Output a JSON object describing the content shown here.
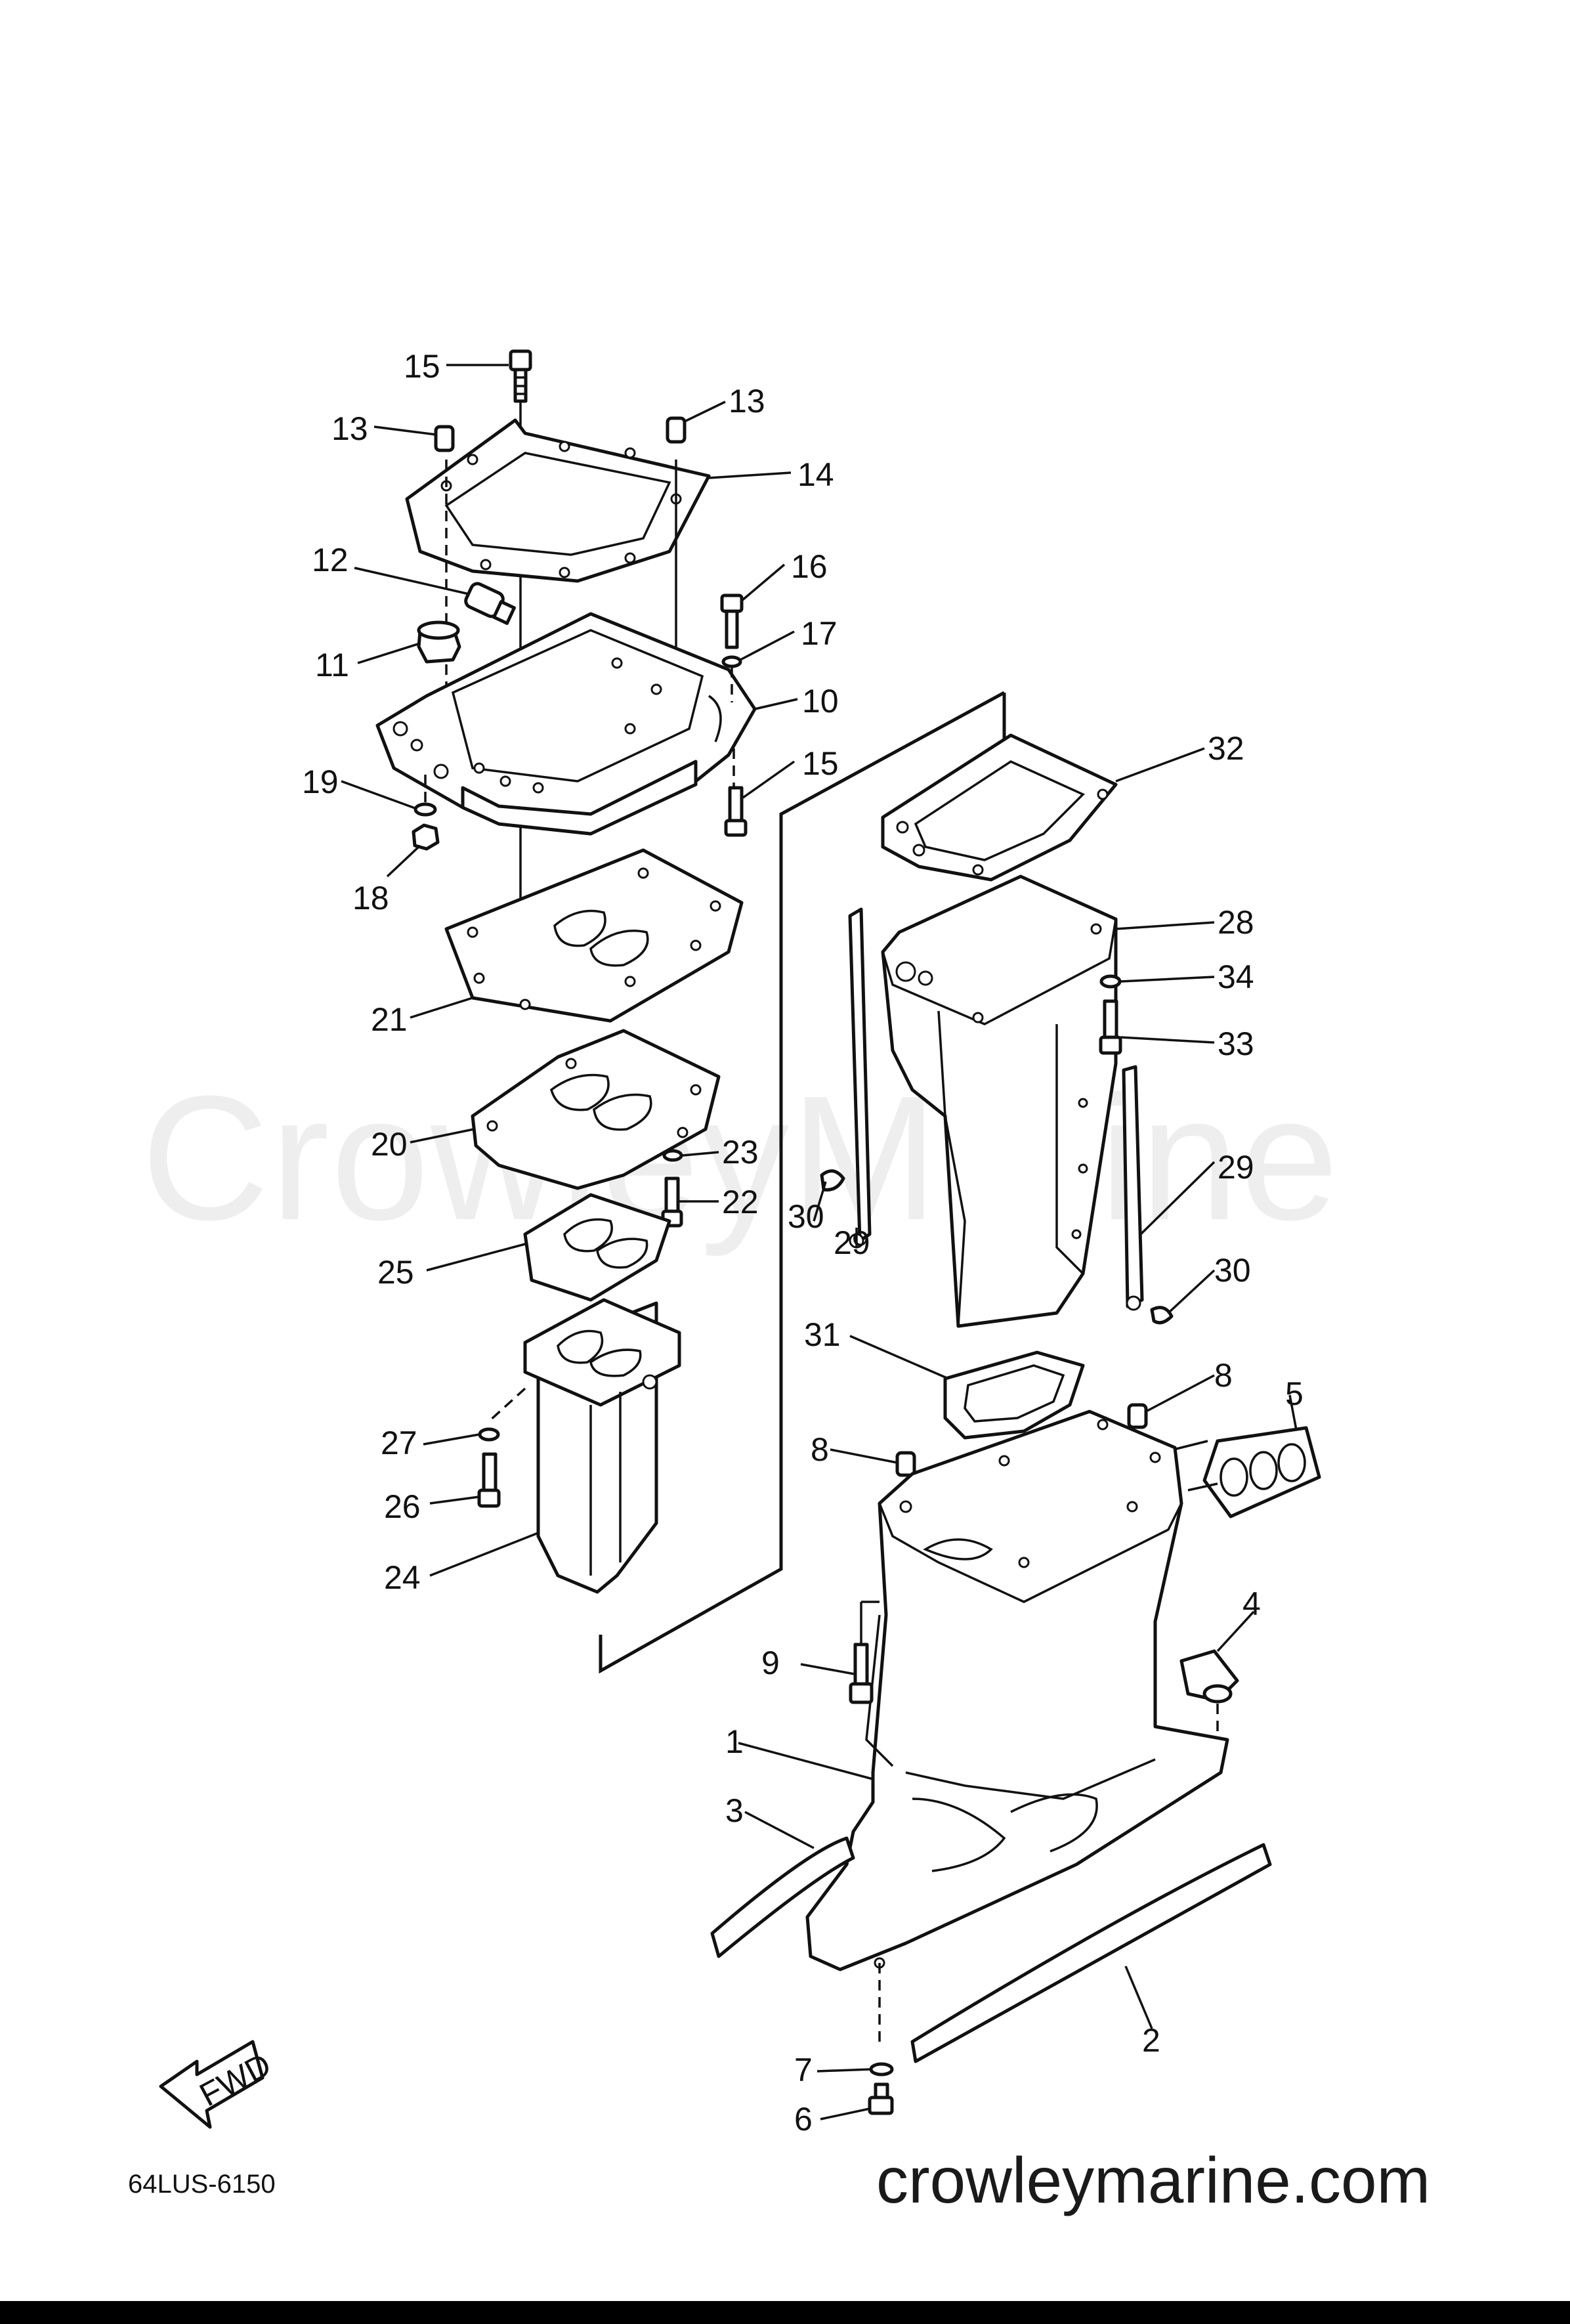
{
  "watermark": "CrowleyMarine",
  "diagram_code": "64LUS-6150",
  "site": "crowleymarine.com",
  "fwd_label": "FWD",
  "callouts": [
    {
      "id": "c15a",
      "text": "15"
    },
    {
      "id": "c13a",
      "text": "13"
    },
    {
      "id": "c13b",
      "text": "13"
    },
    {
      "id": "c14",
      "text": "14"
    },
    {
      "id": "c12",
      "text": "12"
    },
    {
      "id": "c16",
      "text": "16"
    },
    {
      "id": "c11",
      "text": "11"
    },
    {
      "id": "c17",
      "text": "17"
    },
    {
      "id": "c10",
      "text": "10"
    },
    {
      "id": "c15b",
      "text": "15"
    },
    {
      "id": "c19",
      "text": "19"
    },
    {
      "id": "c18",
      "text": "18"
    },
    {
      "id": "c32",
      "text": "32"
    },
    {
      "id": "c28",
      "text": "28"
    },
    {
      "id": "c34",
      "text": "34"
    },
    {
      "id": "c33",
      "text": "33"
    },
    {
      "id": "c21",
      "text": "21"
    },
    {
      "id": "c20",
      "text": "20"
    },
    {
      "id": "c23",
      "text": "23"
    },
    {
      "id": "c22",
      "text": "22"
    },
    {
      "id": "c30a",
      "text": "30"
    },
    {
      "id": "c29a",
      "text": "29"
    },
    {
      "id": "c29b",
      "text": "29"
    },
    {
      "id": "c25",
      "text": "25"
    },
    {
      "id": "c30b",
      "text": "30"
    },
    {
      "id": "c31",
      "text": "31"
    },
    {
      "id": "c8a",
      "text": "8"
    },
    {
      "id": "c5",
      "text": "5"
    },
    {
      "id": "c8b",
      "text": "8"
    },
    {
      "id": "c27",
      "text": "27"
    },
    {
      "id": "c26",
      "text": "26"
    },
    {
      "id": "c24",
      "text": "24"
    },
    {
      "id": "c4",
      "text": "4"
    },
    {
      "id": "c9",
      "text": "9"
    },
    {
      "id": "c1",
      "text": "1"
    },
    {
      "id": "c3",
      "text": "3"
    },
    {
      "id": "c2",
      "text": "2"
    },
    {
      "id": "c7",
      "text": "7"
    },
    {
      "id": "c6",
      "text": "6"
    }
  ]
}
